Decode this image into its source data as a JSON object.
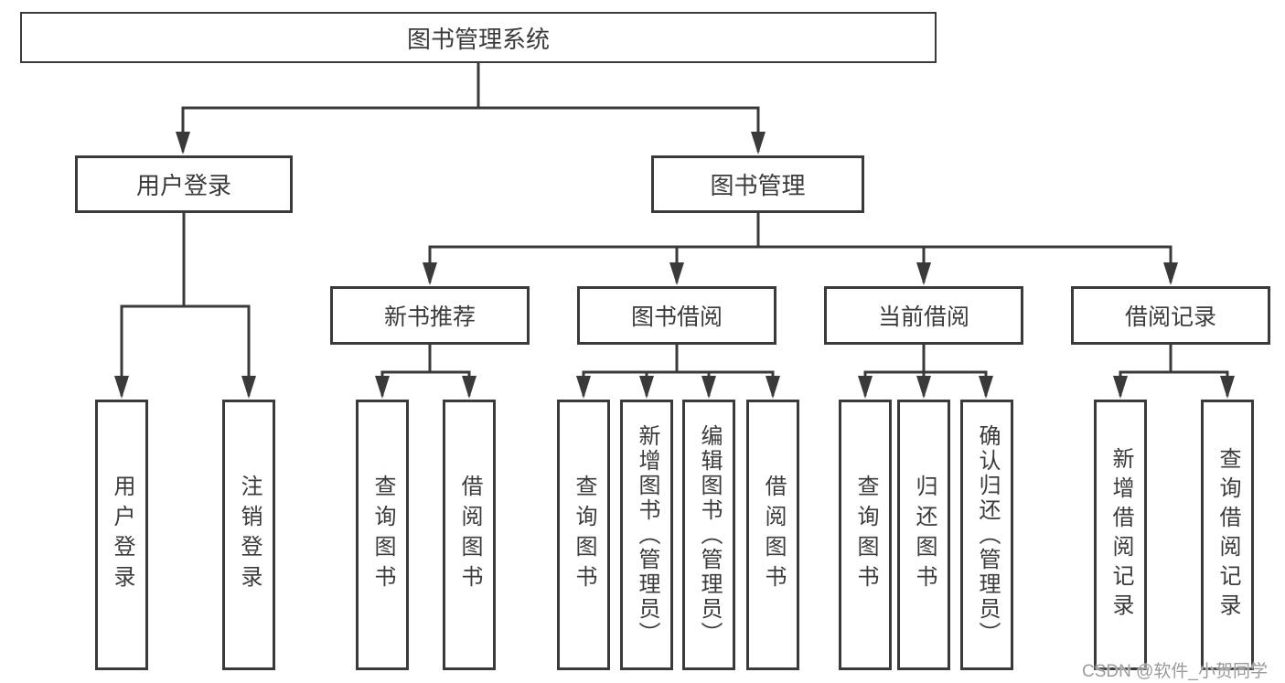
{
  "diagram": {
    "root": {
      "label": "图书管理系统"
    },
    "level2": [
      {
        "label": "用户登录"
      },
      {
        "label": "图书管理"
      }
    ],
    "user_login_children": [
      {
        "label": "用户登录"
      },
      {
        "label": "注销登录"
      }
    ],
    "level3": [
      {
        "label": "新书推荐"
      },
      {
        "label": "图书借阅"
      },
      {
        "label": "当前借阅"
      },
      {
        "label": "借阅记录"
      }
    ],
    "new_book_children": [
      {
        "label": "查询图书"
      },
      {
        "label": "借阅图书"
      }
    ],
    "book_borrow_children": [
      {
        "label": "查询图书"
      },
      {
        "label": "新增图书（管理员）"
      },
      {
        "label": "编辑图书（管理员）"
      },
      {
        "label": "借阅图书"
      }
    ],
    "current_borrow_children": [
      {
        "label": "查询图书"
      },
      {
        "label": "归还图书"
      },
      {
        "label": "确认归还（管理员）"
      }
    ],
    "record_children": [
      {
        "label": "新增借阅记录"
      },
      {
        "label": "查询借阅记录"
      }
    ]
  },
  "watermark": "CSDN @软件_小贺同学",
  "colors": {
    "line": "#3a3a3a",
    "text": "#3b3b3b",
    "box_background": "#ffffff",
    "page_background": "#ffffff",
    "watermark_text": "#9b9b9b"
  }
}
